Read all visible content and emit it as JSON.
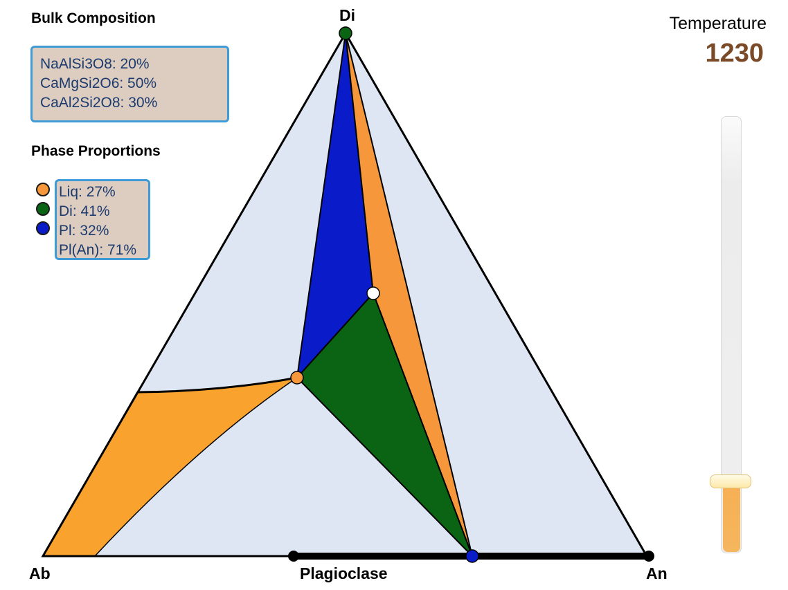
{
  "bulk_composition": {
    "title": "Bulk Composition",
    "lines": [
      "NaAlSi3O8: 20%",
      "CaMgSi2O6: 50%",
      "CaAl2Si2O8: 30%"
    ]
  },
  "phase_proportions": {
    "title": "Phase Proportions",
    "items": [
      {
        "label": "Liq: 27%",
        "color": "#f5973a",
        "icon": "liquid-dot-icon"
      },
      {
        "label": "Di: 41%",
        "color": "#0b6414",
        "icon": "diopside-dot-icon"
      },
      {
        "label": "Pl: 32%",
        "color": "#0a1bc9",
        "icon": "plagioclase-dot-icon"
      },
      {
        "label": "Pl(An): 71%"
      }
    ]
  },
  "temperature": {
    "label": "Temperature",
    "value": "1230",
    "slider_level": 0.17
  },
  "diagram": {
    "vertices": {
      "top": "Di",
      "left": "Ab",
      "right": "An"
    },
    "bottom_edge_label": "Plagioclase",
    "colors": {
      "background_field": "#dde6f2",
      "liquid_field": "#faa22e",
      "diopside_plus_plag_triangle": "#0b6414",
      "liquid_di_triangle": "#0a1bc9",
      "liquid_pl_triangle": "#f5973a",
      "edge": "#000000"
    }
  }
}
